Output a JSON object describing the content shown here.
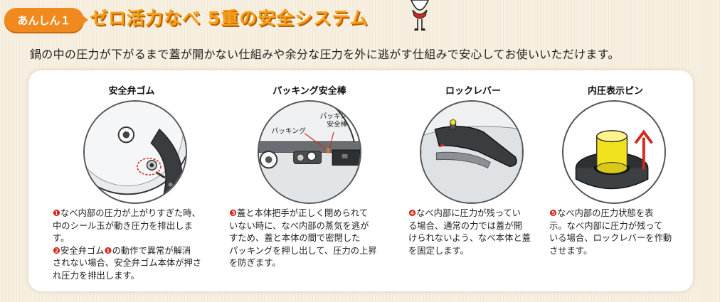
{
  "header": {
    "badge": "あんしん１",
    "title": "ゼロ活力なべ 5重の安全システム",
    "subtitle": "鍋の中の圧力が下がるまで蓋が開かない仕組みや余分な圧力を外に逃がす仕組みで安心してお使いいただけます。"
  },
  "features": [
    {
      "title": "安全弁ゴム",
      "lines": [
        "❶なべ内部の圧力が上がりすぎた時、",
        "中のシール玉が動き圧力を排出しま",
        "す。",
        "❷安全弁ゴム❶の動作で異常が解消",
        "されない場合、安全弁ゴム本体が押さ",
        "れ圧力を排出します。"
      ]
    },
    {
      "title": "パッキング安全棒",
      "callout_packing": "パッキング",
      "callout_rod_1": "パッキング",
      "callout_rod_2": "安全棒",
      "lines": [
        "❸蓋と本体把手が正しく閉められて",
        "いない時に、なべ内部の蒸気を逃が",
        "すため、蓋と本体の間で密閉した",
        "パッキングを押し出して、圧力の上昇",
        "を防ぎます。"
      ]
    },
    {
      "title": "ロックレバー",
      "lines": [
        "❹なべ内部に圧力が残ってい",
        "る場合、通常の力では蓋が開",
        "けられないよう、なべ本体と蓋",
        "を固定します。"
      ]
    },
    {
      "title": "内圧表示ピン",
      "lines": [
        "❺なべ内部の圧力状態を表",
        "示。なべ内部に圧力が残って",
        "いる場合、ロックレバーを作動",
        "させます。"
      ]
    }
  ],
  "colors": {
    "accent": "#f08a1e",
    "number": "#d2281e",
    "pin": "#f2e21e",
    "arrow": "#d2281e"
  }
}
